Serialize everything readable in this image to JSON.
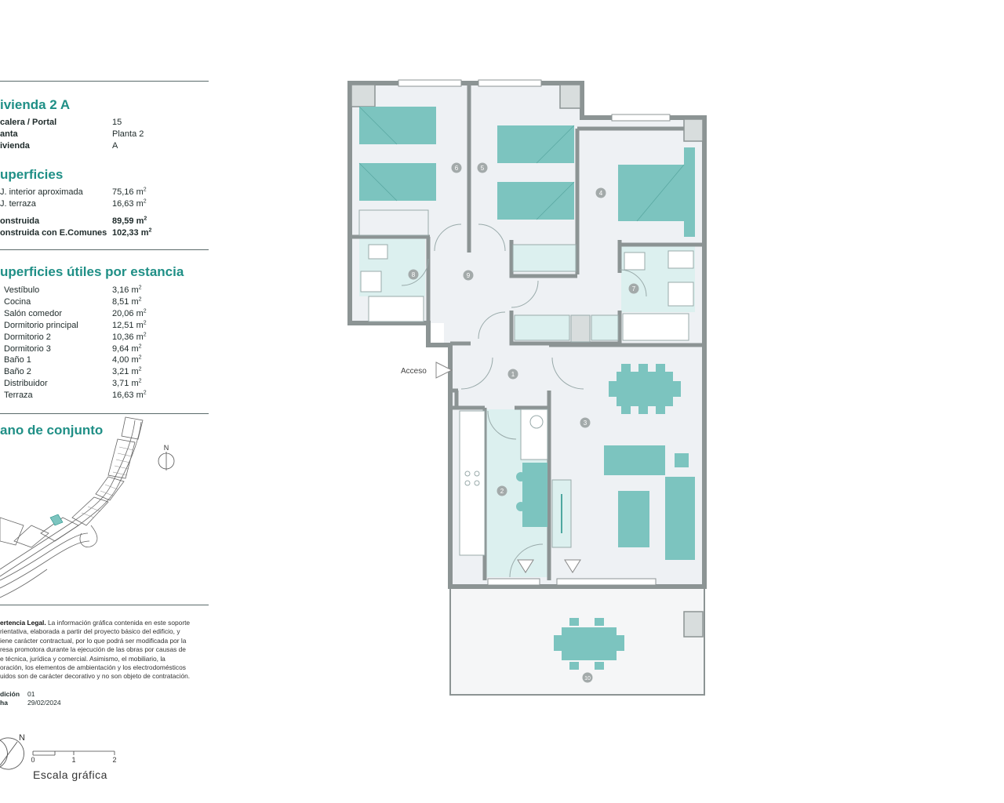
{
  "header": {
    "title": "ivienda 2 A",
    "rows": [
      {
        "label": "calera / Portal",
        "value": "15"
      },
      {
        "label": "anta",
        "value": "Planta 2"
      },
      {
        "label": "ivienda",
        "value": "A"
      }
    ]
  },
  "superficies": {
    "title": "uperficies",
    "rows": [
      {
        "label": "J. interior aproximada",
        "value": "75,16 m",
        "sup": "2"
      },
      {
        "label": "J. terraza",
        "value": "16,63 m",
        "sup": "2"
      }
    ],
    "built_rows": [
      {
        "label": "onstruida",
        "value": "89,59 m",
        "sup": "2"
      },
      {
        "label": "onstruida con E.Comunes",
        "value": "102,33 m",
        "sup": "2"
      }
    ]
  },
  "utiles": {
    "title": "uperficies útiles por estancia",
    "rows": [
      {
        "label": "Vestíbulo",
        "value": "3,16 m",
        "sup": "2"
      },
      {
        "label": "Cocina",
        "value": "8,51 m",
        "sup": "2"
      },
      {
        "label": "Salón comedor",
        "value": "20,06 m",
        "sup": "2"
      },
      {
        "label": "Dormitorio principal",
        "value": "12,51 m",
        "sup": "2"
      },
      {
        "label": "Dormitorio 2",
        "value": "10,36 m",
        "sup": "2"
      },
      {
        "label": "Dormitorio 3",
        "value": "9,64 m",
        "sup": "2"
      },
      {
        "label": "Baño 1",
        "value": "4,00 m",
        "sup": "2"
      },
      {
        "label": "Baño 2",
        "value": "3,21 m",
        "sup": "2"
      },
      {
        "label": "Distribuidor",
        "value": "3,71 m",
        "sup": "2"
      },
      {
        "label": "Terraza",
        "value": "16,63 m",
        "sup": "2"
      }
    ]
  },
  "conjunto": {
    "title": "ano de conjunto",
    "north": "N"
  },
  "legal": {
    "heading": "ertencia Legal.",
    "lines": [
      " La información gráfica contenida en este soporte",
      "rientativa, elaborada a partir del proyecto básico del edificio, y",
      "iene carácter contractual, por lo que podrá ser modificada por la",
      "resa promotora durante la ejecución de las obras por causas de",
      "e técnica, jurídica y comercial. Asimismo, el mobiliario, la",
      "oración, los elementos de ambientación y los electrodomésticos",
      "uidos son de carácter decorativo y no son objeto de contratación."
    ]
  },
  "edition": [
    {
      "label": "dición",
      "value": "01"
    },
    {
      "label": "ha",
      "value": "29/02/2024"
    }
  ],
  "scale": {
    "north": "N",
    "ticks": [
      "0",
      "1",
      "2"
    ],
    "label": "Escala gráfica"
  },
  "plan": {
    "access_label": "Acceso",
    "room_numbers": [
      "1",
      "2",
      "3",
      "4",
      "5",
      "6",
      "7",
      "8",
      "9",
      "10"
    ]
  },
  "colors": {
    "accent": "#1f8f86",
    "furniture": "#7cc4bf",
    "wet_room": "#dcf0ef",
    "floor": "#eef1f4",
    "wall": "#8c9494",
    "terrace": "#f5f6f7"
  }
}
